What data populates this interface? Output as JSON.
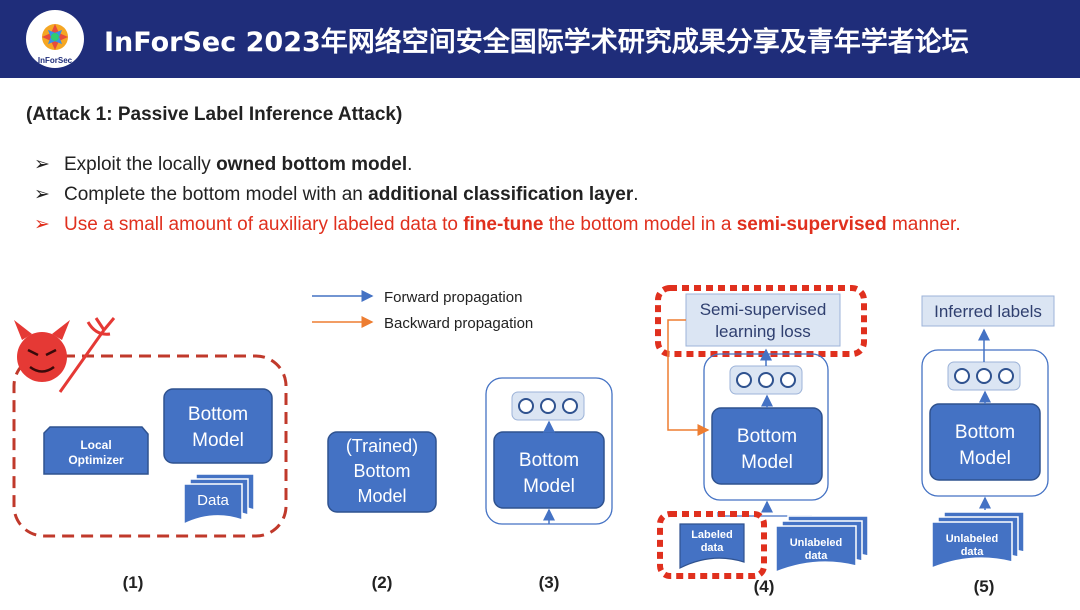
{
  "header": {
    "title": "InForSec 2023年网络空间安全国际学术研究成果分享及青年学者论坛",
    "logo_text": "InForSec"
  },
  "slide": {
    "subtitle": "(Attack 1: Passive Label Inference Attack)",
    "bullets": [
      {
        "pre": "Exploit the locally ",
        "bold": "owned bottom model",
        "post": "."
      },
      {
        "pre": "Complete the bottom model with an ",
        "bold": "additional classification layer",
        "post": "."
      },
      {
        "pre": "Use a small amount of auxiliary labeled data to ",
        "bold": "fine-tune",
        "mid": " the bottom model in a ",
        "bold2": "semi-supervised",
        "post": " manner."
      }
    ],
    "bullet_marker": "➢"
  },
  "legend": {
    "forward": "Forward propagation",
    "backward": "Backward propagation",
    "forward_color": "#4472c4",
    "backward_color": "#ed7d31"
  },
  "diagram": {
    "step1": {
      "optimizer": "Local Optimizer",
      "model": "Bottom Model",
      "data": "Data",
      "label": "(1)"
    },
    "step2": {
      "model": "(Trained) Bottom Model",
      "label": "(2)"
    },
    "step3": {
      "model": "Bottom Model",
      "label": "(3)"
    },
    "step4": {
      "loss": "Semi-supervised learning loss",
      "model": "Bottom Model",
      "labeled": "Labeled data",
      "unlabeled": "Unlabeled data",
      "label": "(4)"
    },
    "step5": {
      "output": "Inferred labels",
      "model": "Bottom Model",
      "unlabeled": "Unlabeled data",
      "label": "(5)"
    }
  },
  "colors": {
    "header": "#1f2d7a",
    "box": "#4472c4",
    "red": "#e0301e"
  }
}
